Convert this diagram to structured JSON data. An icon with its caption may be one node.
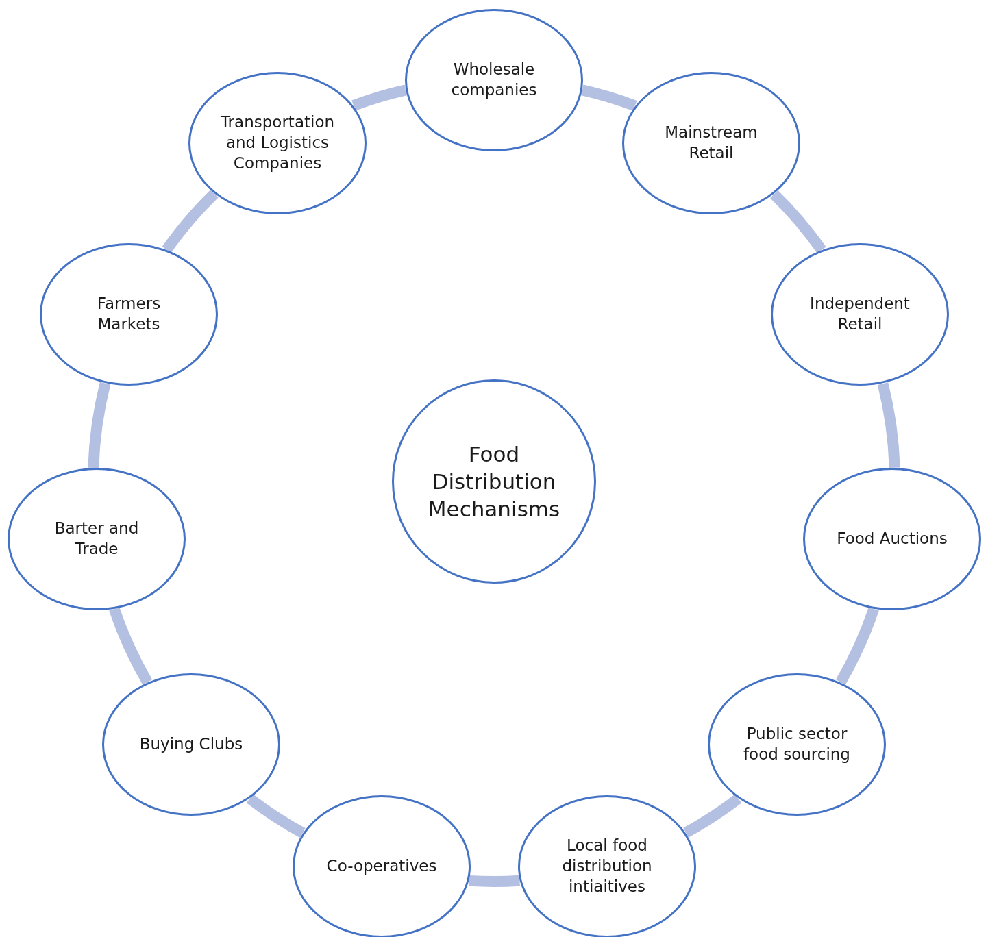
{
  "diagram": {
    "nodes": [
      {
        "text": [
          "Wholesale companies"
        ]
      },
      {
        "text": [
          "Mainstream Retail"
        ]
      },
      {
        "text": [
          "Independent Retail"
        ]
      },
      {
        "text": [
          "Food Auctions"
        ]
      },
      {
        "text": [
          "Public sector food sourcing"
        ]
      },
      {
        "text": [
          "Local food distribution intiaitives"
        ]
      },
      {
        "text": [
          "Co-operatives"
        ]
      },
      {
        "text": [
          "Buying Clubs"
        ]
      },
      {
        "text": [
          "Barter and Trade"
        ]
      },
      {
        "text": [
          "Farmers Markets"
        ]
      },
      {
        "text": [
          "Transportation and Logistics Companies"
        ]
      },
      {
        "text": [
          "Food Distribution Mechanisms"
        ]
      }
    ],
    "edges": [
      {
        "from": 0,
        "to": 1,
        "arrow": "none"
      },
      {
        "from": 1,
        "to": 2,
        "arrow": "none"
      },
      {
        "from": 2,
        "to": 3,
        "arrow": "none"
      },
      {
        "from": 3,
        "to": 4,
        "arrow": "none"
      },
      {
        "from": 4,
        "to": 5,
        "arrow": "none"
      },
      {
        "from": 5,
        "to": 6,
        "arrow": "none"
      },
      {
        "from": 6,
        "to": 7,
        "arrow": "none"
      },
      {
        "from": 7,
        "to": 8,
        "arrow": "none"
      },
      {
        "from": 8,
        "to": 9,
        "arrow": "none"
      },
      {
        "from": 9,
        "to": 10,
        "arrow": "none"
      },
      {
        "from": 10,
        "to": 0,
        "arrow": "none"
      }
    ]
  }
}
